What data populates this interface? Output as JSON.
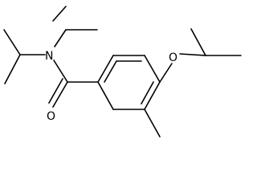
{
  "molecule": {
    "atoms": {
      "nitrogen": "N",
      "carbonyl_oxygen": "O",
      "ether_oxygen": "O"
    },
    "colors": {
      "bond": "#000000",
      "label": "#000000",
      "background": "#ffffff"
    }
  }
}
